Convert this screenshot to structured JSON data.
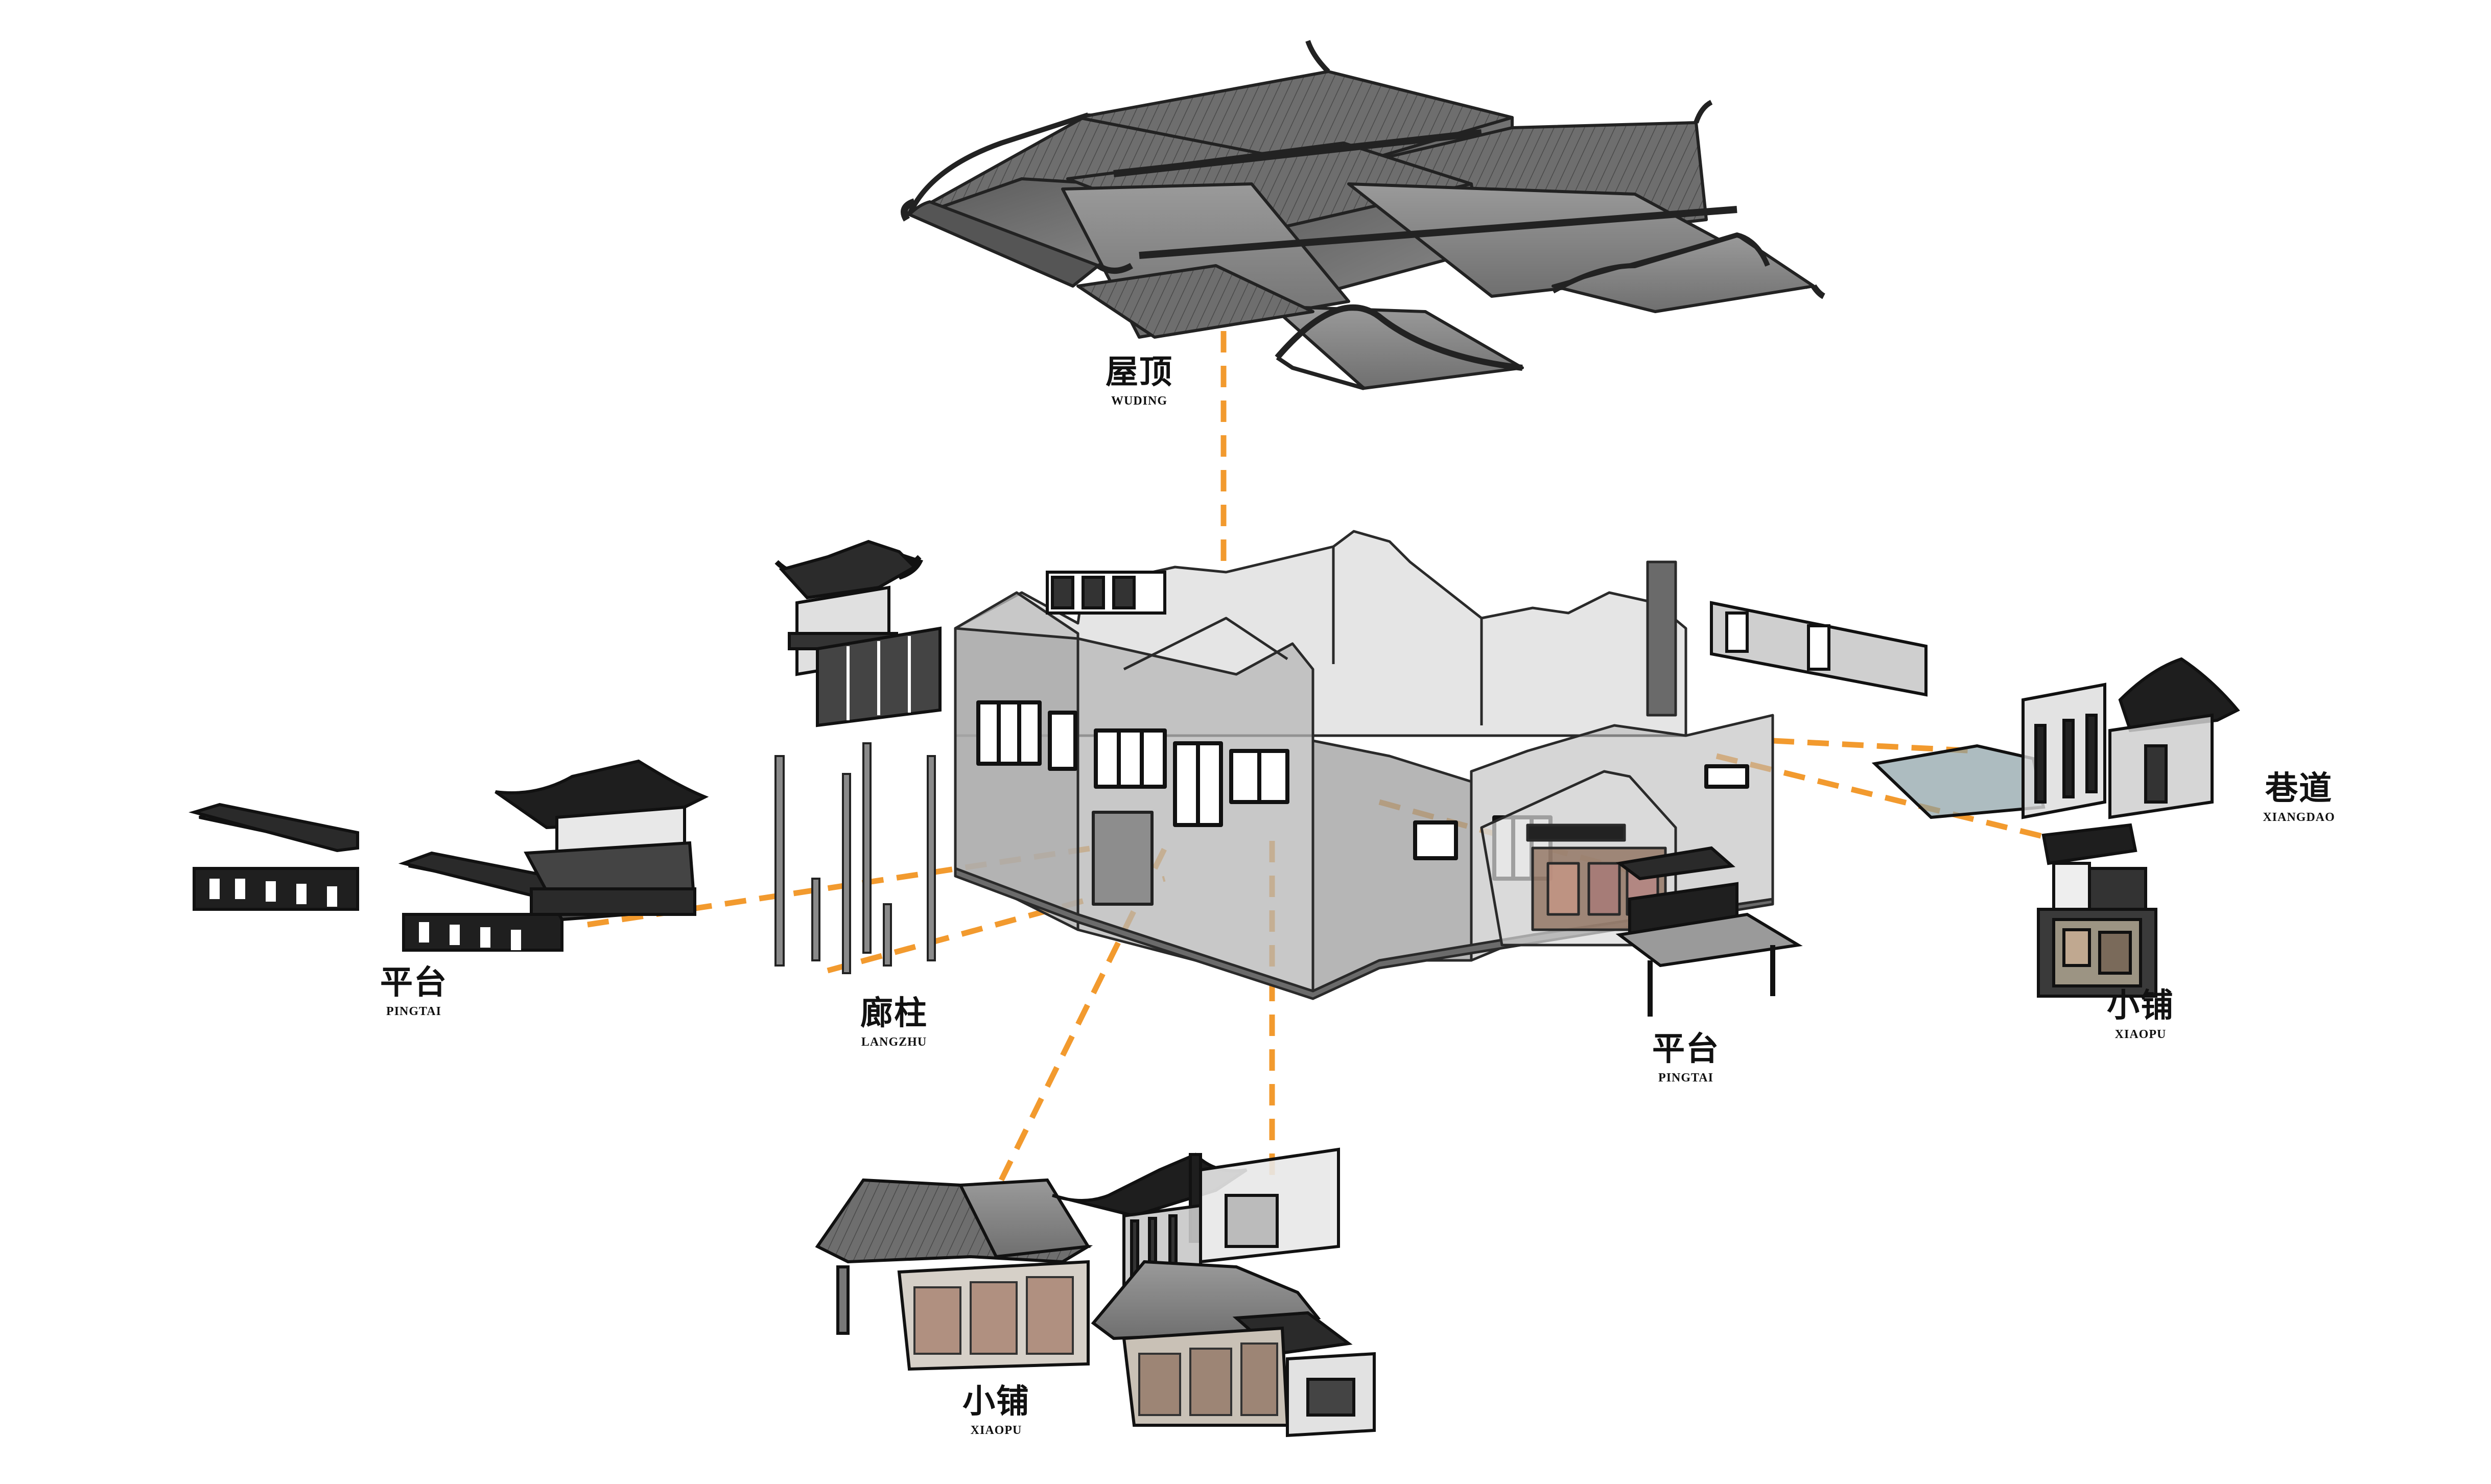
{
  "accent_color": "#F29A2E",
  "labels": {
    "roof": {
      "zh": "屋顶",
      "en": "WUDING"
    },
    "alley": {
      "zh": "巷道",
      "en": "XIANGDAO"
    },
    "shop_right": {
      "zh": "小铺",
      "en": "XIAOPU"
    },
    "platform_center": {
      "zh": "平台",
      "en": "PINGTAI"
    },
    "platform_left": {
      "zh": "平台",
      "en": "PINGTAI"
    },
    "columns": {
      "zh": "廊柱",
      "en": "LANGZHU"
    },
    "shop_bottom": {
      "zh": "小铺",
      "en": "XIAOPU"
    }
  }
}
